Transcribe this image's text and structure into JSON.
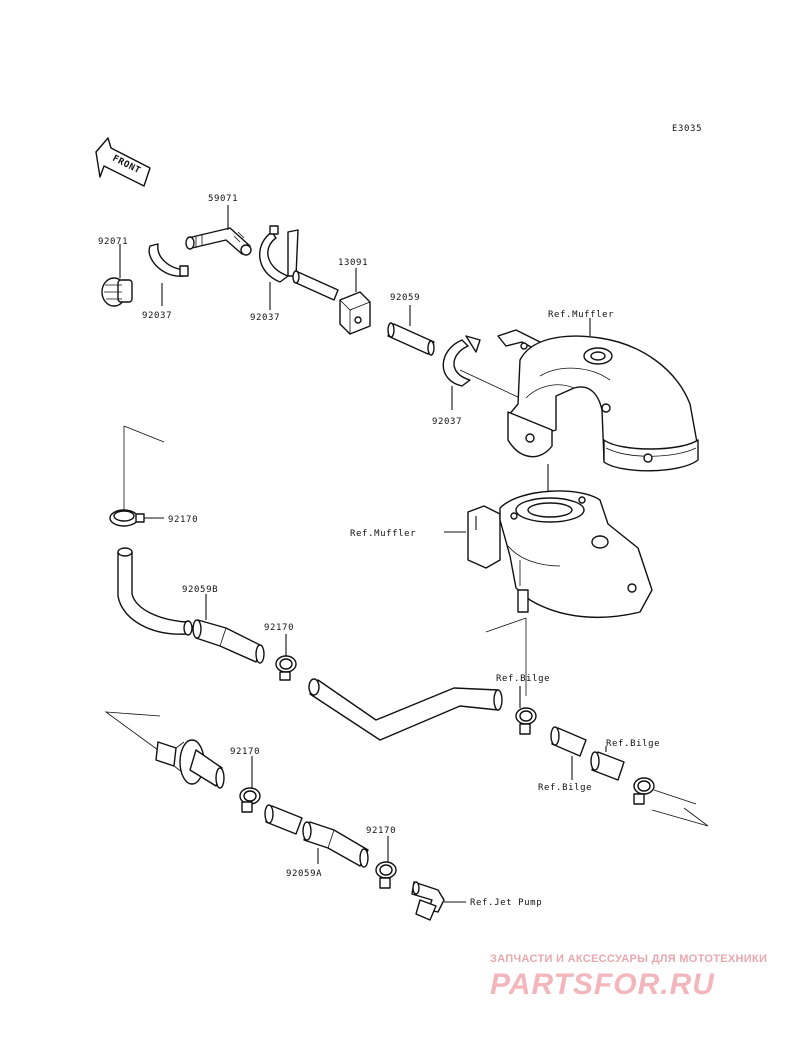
{
  "diagram_code": "E3035",
  "front_label": "FRONT",
  "labels": {
    "p92071": "92071",
    "p59071": "59071",
    "p92037_a": "92037",
    "p92037_b": "92037",
    "p92037_c": "92037",
    "p13091": "13091",
    "p92059": "92059",
    "ref_muffler_top": "Ref.Muffler",
    "ref_muffler_mid": "Ref.Muffler",
    "p92170_a": "92170",
    "p92059B": "92059B",
    "p92170_b": "92170",
    "ref_bilge_a": "Ref.Bilge",
    "ref_bilge_b": "Ref.Bilge",
    "ref_bilge_c": "Ref.Bilge",
    "p92170_c": "92170",
    "p92170_d": "92170",
    "p92059A": "92059A",
    "ref_jet_pump": "Ref.Jet Pump"
  },
  "watermark": {
    "tagline": "ЗАПЧАСТИ И АКСЕССУАРЫ ДЛЯ МОТОТЕХНИКИ",
    "brand": "PARTSFOR.RU",
    "color": "#f2b6bc"
  }
}
